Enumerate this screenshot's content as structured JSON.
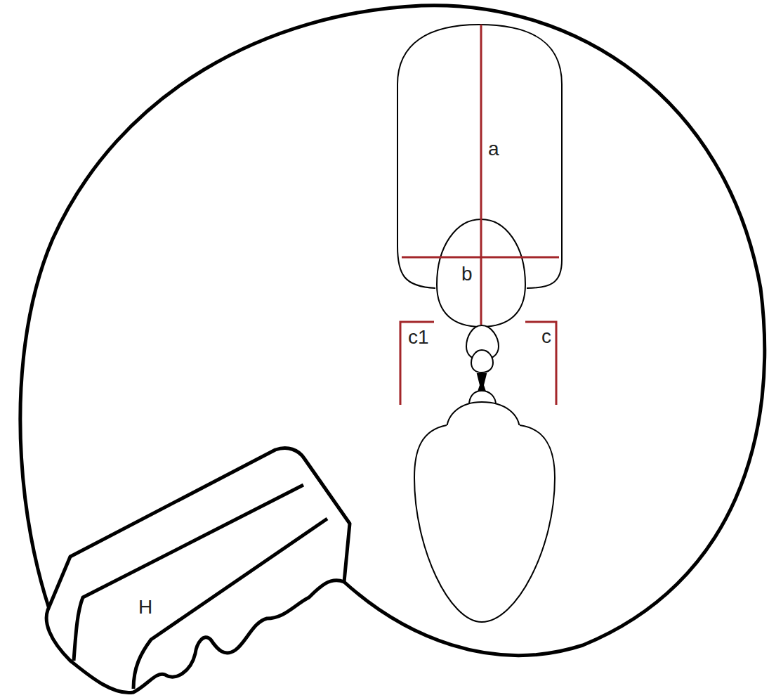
{
  "diagram": {
    "labels": [
      "a",
      "b",
      "c1",
      "c",
      "H"
    ]
  }
}
